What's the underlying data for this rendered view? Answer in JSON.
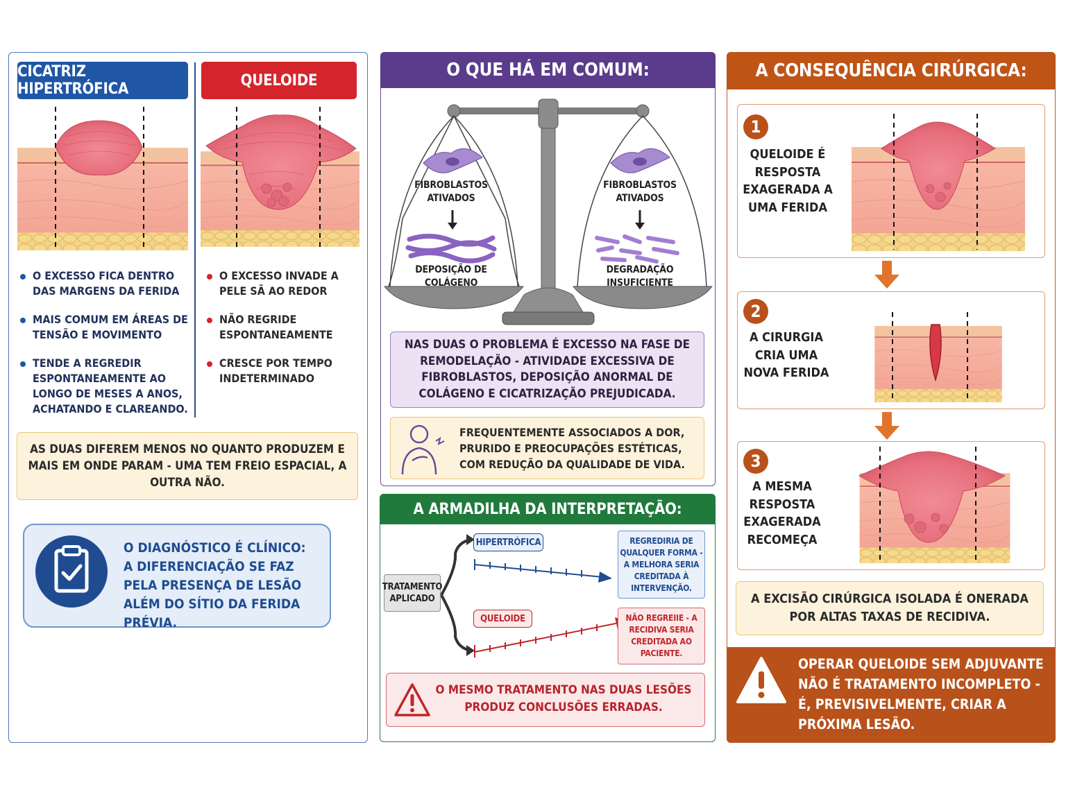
{
  "left": {
    "hypertrophic_title": "CICATRIZ HIPERTRÓFICA",
    "keloid_title": "QUELOIDE",
    "hypertrophic_bullets": [
      "O EXCESSO FICA DENTRO DAS MARGENS DA FERIDA",
      "MAIS COMUM EM ÁREAS DE TENSÃO E MOVIMENTO",
      "TENDE A REGREDIR ESPONTANEAMENTE AO LONGO DE MESES A ANOS, ACHATANDO E CLAREANDO."
    ],
    "keloid_bullets": [
      "O EXCESSO INVADE A PELE SÃ AO REDOR",
      "NÃO REGRIDE ESPONTANEAMENTE",
      "CRESCE POR TEMPO INDETERMINADO"
    ],
    "difference_note": "AS DUAS DIFEREM MENOS NO QUANTO PRODUZEM E MAIS EM ONDE PARAM - UMA TEM FREIO ESPACIAL, A OUTRA NÃO.",
    "diagnosis_title": "O DIAGNÓSTICO É CLÍNICO:",
    "diagnosis_text": "A DIFERENCIAÇÃO SE FAZ PELA PRESENÇA DE LESÃO ALÉM DO SÍTIO DA FERIDA PRÉVIA.",
    "diagnosis_icon": "clipboard-check-icon"
  },
  "common": {
    "title": "O QUE HÁ EM COMUM:",
    "left_pan_top": "FIBROBLASTOS ATIVADOS",
    "left_pan_bottom": "DEPOSIÇÃO DE COLÁGENO",
    "right_pan_top": "FIBROBLASTOS ATIVADOS",
    "right_pan_bottom": "DEGRADAÇÃO INSUFICIENTE",
    "summary": "NAS DUAS O PROBLEMA É EXCESSO NA FASE DE REMODELAÇÃO - ATIVIDADE EXCESSIVA DE FIBROBLASTOS, DEPOSIÇÃO ANORMAL DE COLÁGENO E CICATRIZAÇÃO PREJUDICADA.",
    "associated": "FREQUENTEMENTE ASSOCIADOS A DOR, PRURIDO E PREOCUPAÇÕES ESTÉTICAS, COM REDUÇÃO DA QUALIDADE DE VIDA."
  },
  "trap": {
    "title": "A ARMADILHA DA INTERPRETAÇÃO:",
    "treatment": "TRATAMENTO APLICADO",
    "hypertrophic": "HIPERTRÓFICA",
    "keloid": "QUELOIDE",
    "hypertrophic_outcome": "REGREDIRIA DE QUALQUER FORMA - A MELHORA SERIA CREDITADA À INTERVENÇÃO.",
    "keloid_outcome": "NÃO REGREIIE - A RECIDIVA SERIA CREDITADA AO PACIENTE.",
    "warning": "O MESMO TRATAMENTO NAS DUAS LESÕES PRODUZ CONCLUSÕES ERRADAS."
  },
  "surgery": {
    "title": "A CONSEQUÊNCIA CIRÚRGICA:",
    "steps": [
      {
        "num": "1",
        "text": "QUELOIDE É RESPOSTA EXAGERADA A UMA FERIDA"
      },
      {
        "num": "2",
        "text": "A CIRURGIA CRIA UMA NOVA FERIDA"
      },
      {
        "num": "3",
        "text": "A MESMA RESPOSTA EXAGERADA RECOMEÇA"
      }
    ],
    "excision_note": "A EXCISÃO CIRÚRGICA ISOLADA É ONERADA POR ALTAS TAXAS DE RECIDIVA.",
    "final_warning": "OPERAR QUELOIDE SEM ADJUVANTE NÃO É TRATAMENTO INCOMPLETO - É, PREVISIVELMENTE, CRIAR A PRÓXIMA LESÃO."
  },
  "colors": {
    "blue": "#1f56a6",
    "red": "#d3252b",
    "purple": "#5a3b8c",
    "green": "#1f7a3c",
    "orange": "#bf5417",
    "note_yellow": "#fdf3dc"
  }
}
